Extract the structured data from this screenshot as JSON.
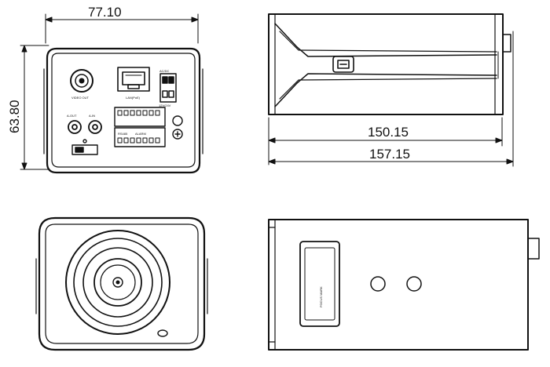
{
  "dimensions": {
    "front_width": "77.10",
    "front_height": "63.80",
    "side_body_length": "150.15",
    "side_total_length": "157.15"
  },
  "labels": {
    "video_out": "VIDEO OUT",
    "lan_poe": "LAN(PoE)",
    "ac_dc": "AC/DC",
    "power_input": "12V/24V",
    "audio_out": "A-OUT",
    "audio_in": "A-IN",
    "alarm": "ALARM",
    "rs485": "RS485",
    "focus_mark": "FOCUS MARK"
  }
}
